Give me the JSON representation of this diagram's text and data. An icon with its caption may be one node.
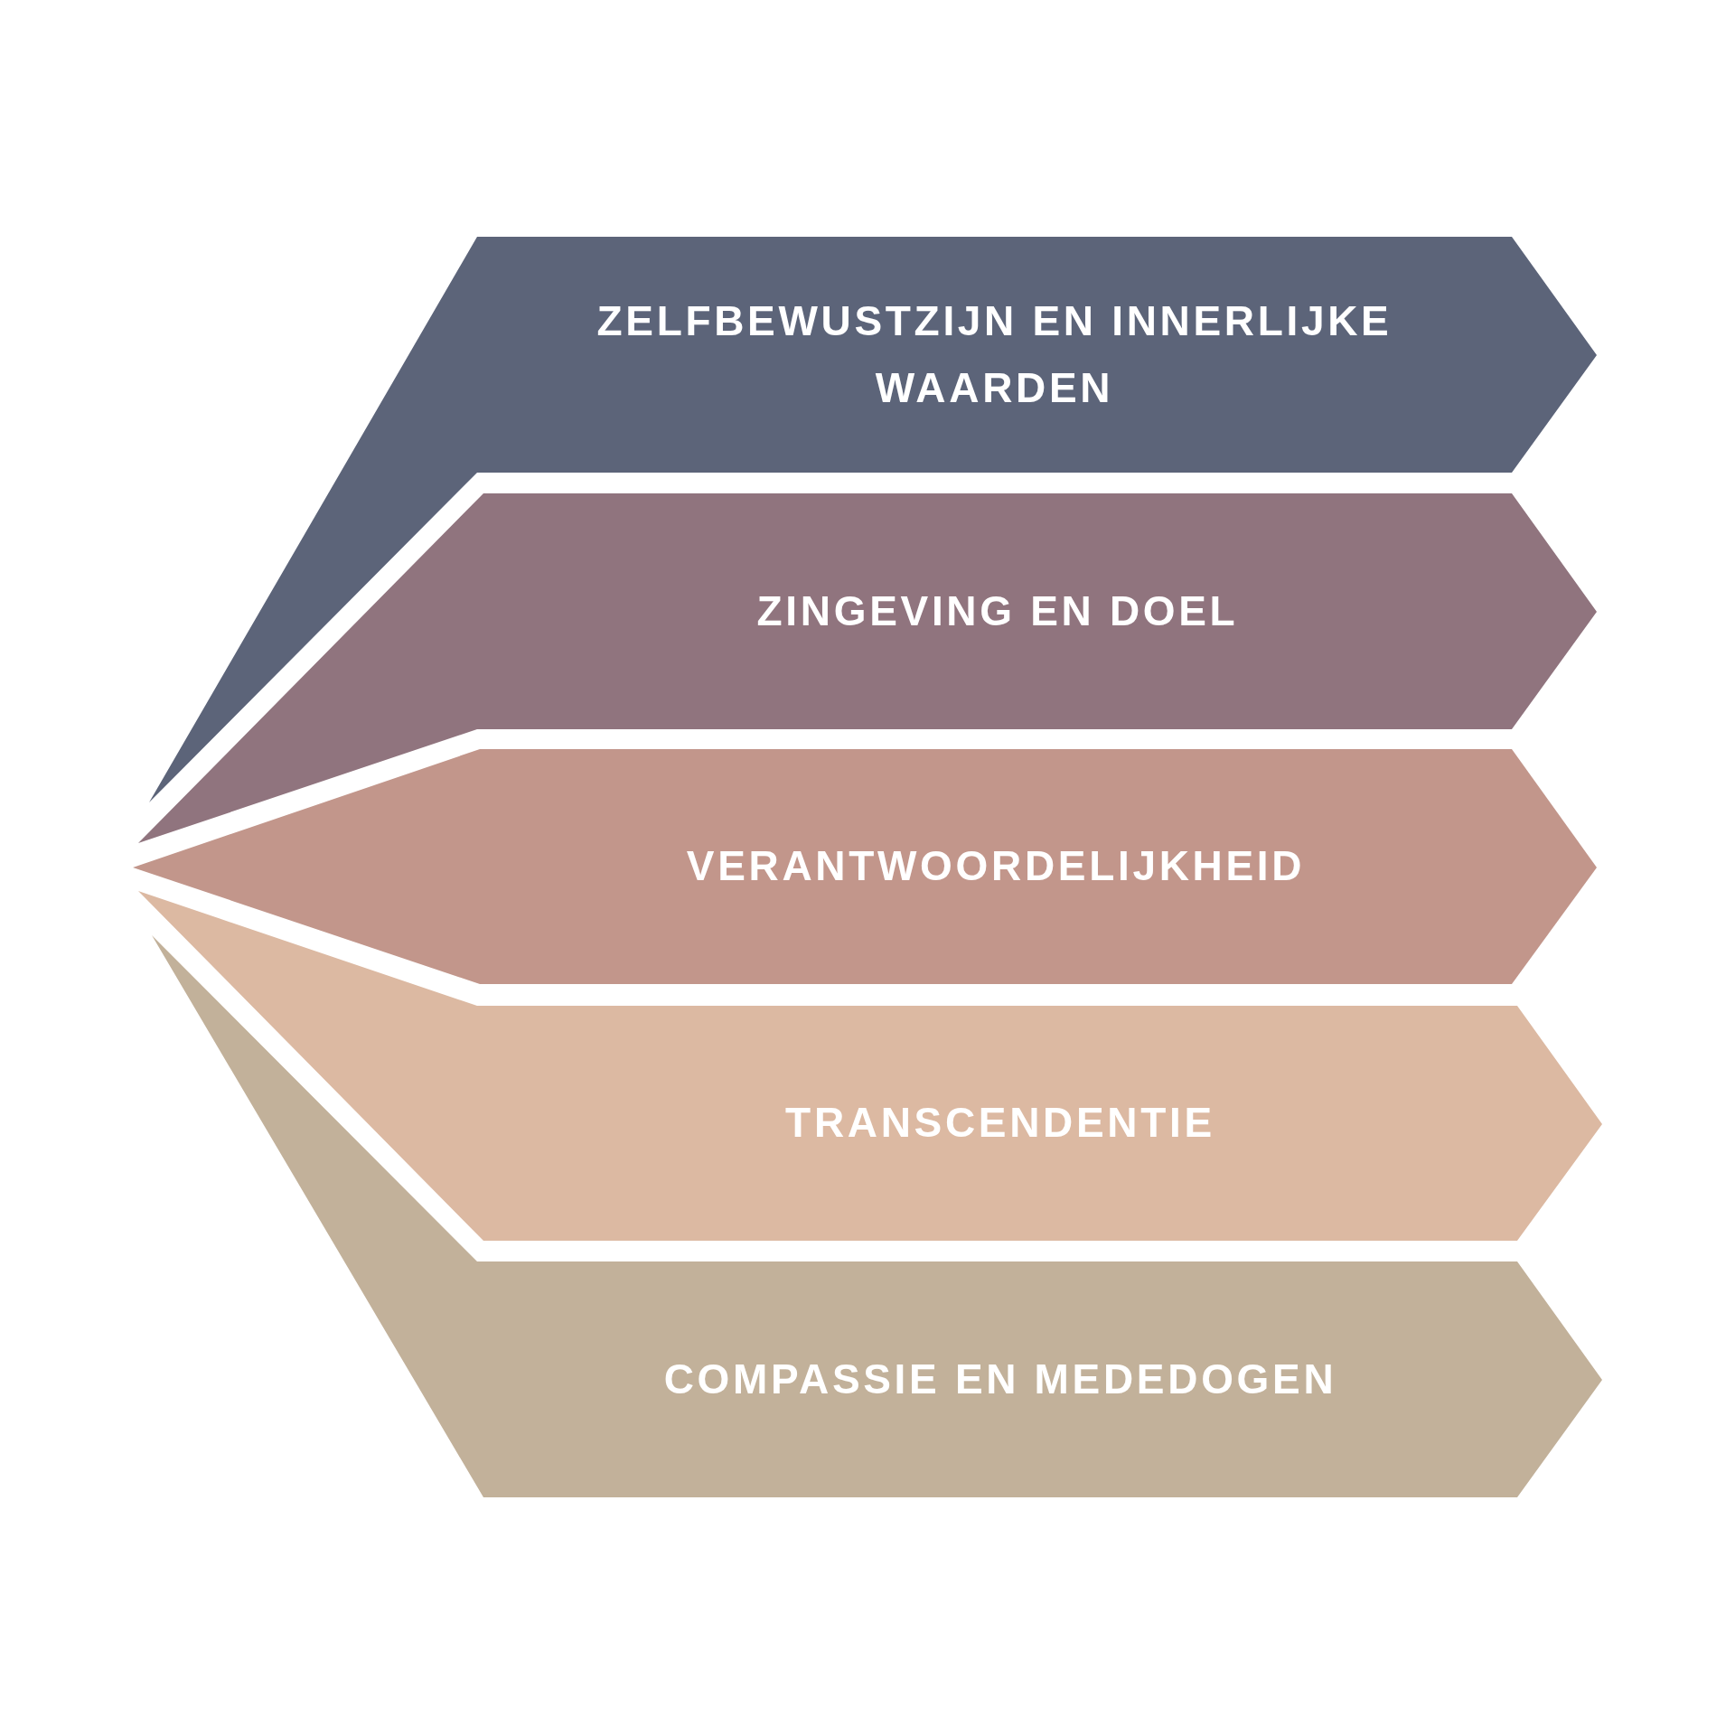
{
  "diagram": {
    "nodes": [
      {
        "text": [
          "ZELFBEWUSTZIJN EN INNERLIJKE WAARDEN"
        ]
      },
      {
        "text": [
          "ZINGEVING EN DOEL"
        ]
      },
      {
        "text": [
          "VERANTWOORDELIJKHEID"
        ]
      },
      {
        "text": [
          "TRANSCENDENTIE"
        ]
      },
      {
        "text": [
          "COMPASSIE EN MEDEDOGEN"
        ]
      }
    ]
  }
}
